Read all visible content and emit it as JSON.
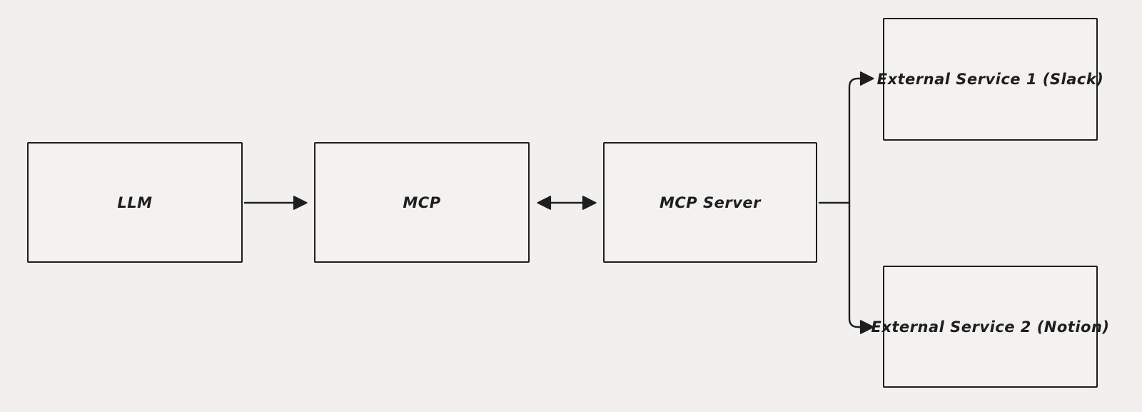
{
  "diagram": {
    "nodes": {
      "llm": {
        "label": "LLM"
      },
      "mcp": {
        "label": "MCP"
      },
      "mcp_server": {
        "label": "MCP Server"
      },
      "ext1": {
        "label": "External Service 1 (Slack)"
      },
      "ext2": {
        "label": "External Service 2 (Notion)"
      }
    },
    "edges": [
      {
        "from": "LLM",
        "to": "MCP",
        "type": "arrow"
      },
      {
        "from": "MCP",
        "to": "MCP Server",
        "type": "double-arrow"
      },
      {
        "from": "MCP Server",
        "to": "External Service 1 (Slack)",
        "type": "arrow"
      },
      {
        "from": "MCP Server",
        "to": "External Service 2 (Notion)",
        "type": "arrow"
      }
    ],
    "colors": {
      "stroke": "#1e1e1e",
      "background": "#f1f0ee",
      "box_fill": "#f3f2f0"
    }
  }
}
